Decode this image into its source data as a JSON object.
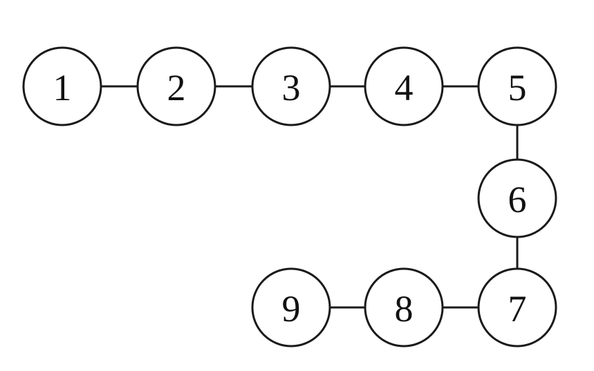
{
  "diagram": {
    "type": "path-graph",
    "nodes": [
      {
        "id": "1",
        "label": "1"
      },
      {
        "id": "2",
        "label": "2"
      },
      {
        "id": "3",
        "label": "3"
      },
      {
        "id": "4",
        "label": "4"
      },
      {
        "id": "5",
        "label": "5"
      },
      {
        "id": "6",
        "label": "6"
      },
      {
        "id": "7",
        "label": "7"
      },
      {
        "id": "8",
        "label": "8"
      },
      {
        "id": "9",
        "label": "9"
      }
    ],
    "edges": [
      {
        "from": "1",
        "to": "2"
      },
      {
        "from": "2",
        "to": "3"
      },
      {
        "from": "3",
        "to": "4"
      },
      {
        "from": "4",
        "to": "5"
      },
      {
        "from": "5",
        "to": "6"
      },
      {
        "from": "6",
        "to": "7"
      },
      {
        "from": "7",
        "to": "8"
      },
      {
        "from": "8",
        "to": "9"
      }
    ]
  }
}
